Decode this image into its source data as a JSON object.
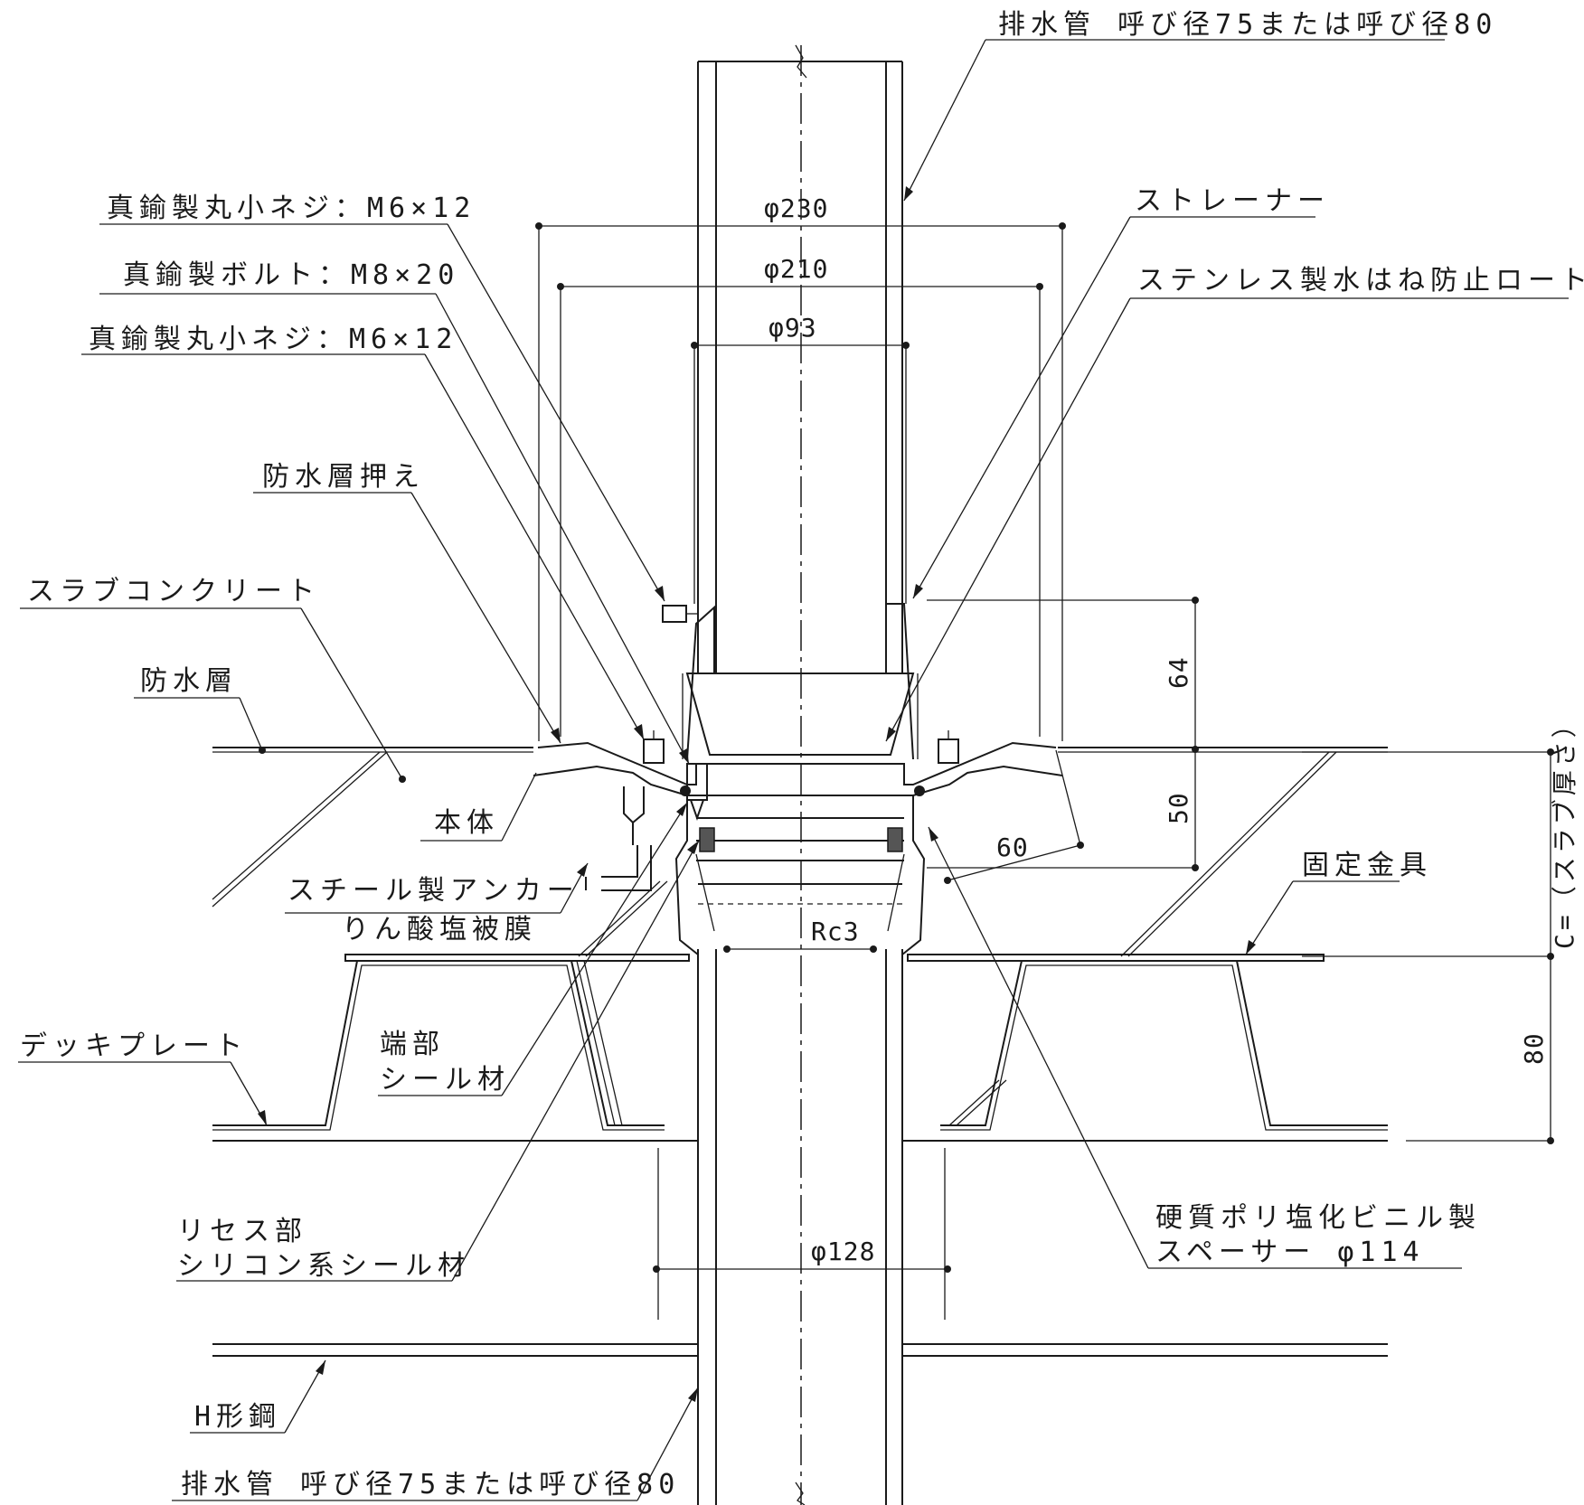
{
  "labels": {
    "drain_pipe_top": "排水管 呼び径75または呼び径80",
    "strainer": "ストレーナー",
    "splash_funnel": "ステンレス製水はね防止ロート",
    "screw_top": "真鍮製丸小ネジ：M6×12",
    "bolt": "真鍮製ボルト：M8×20",
    "screw_mid": "真鍮製丸小ネジ：M6×12",
    "waterproof_press": "防水層押え",
    "slab_concrete": "スラブコンクリート",
    "waterproof_layer": "防水層",
    "body": "本体",
    "steel_anchor": "スチール製アンカー",
    "phosphate_coat": "りん酸塩被膜",
    "fixing_bracket": "固定金具",
    "deck_plate": "デッキプレート",
    "end_seal_1": "端部",
    "end_seal_2": "シール材",
    "recess_1": "リセス部",
    "recess_2": "シリコン系シール材",
    "spacer_1": "硬質ポリ塩化ビニル製",
    "spacer_2": "スペーサー φ114",
    "h_steel": "H形鋼",
    "drain_pipe_bottom": "排水管 呼び径75または呼び径80"
  },
  "dimensions": {
    "d230": "φ230",
    "d210": "φ210",
    "d93": "φ93",
    "d128": "φ128",
    "rc3": "Rc3",
    "h64": "64",
    "h50": "50",
    "h60": "60",
    "h80": "80",
    "slab": "C=（スラブ厚さ）"
  }
}
